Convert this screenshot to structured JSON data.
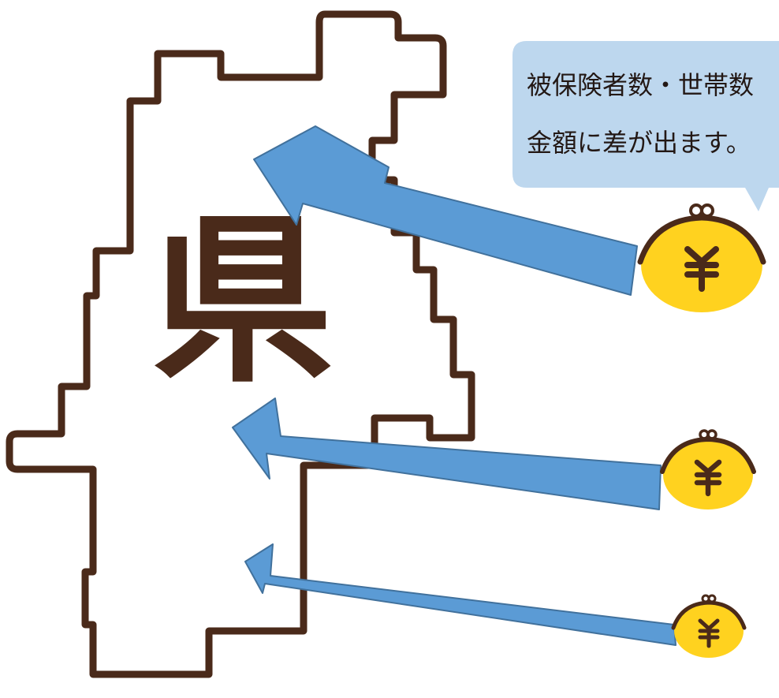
{
  "colors": {
    "outline": "#4a2a1a",
    "kanji": "#4a2a1a",
    "arrow_fill": "#5b9bd5",
    "arrow_stroke": "#41719c",
    "bubble_fill": "#bdd7ee",
    "purse_fill": "#ffd21f",
    "purse_dark": "#4a2a1a"
  },
  "prefecture_label": "県",
  "callout": {
    "line1": "被保険者数・世帯数",
    "line2": "金額に差が出ます。"
  },
  "purses": [
    {
      "icon": "yen-purse-icon",
      "size": "large"
    },
    {
      "icon": "yen-purse-icon",
      "size": "medium"
    },
    {
      "icon": "yen-purse-icon",
      "size": "small"
    }
  ],
  "purse_symbol": "¥"
}
